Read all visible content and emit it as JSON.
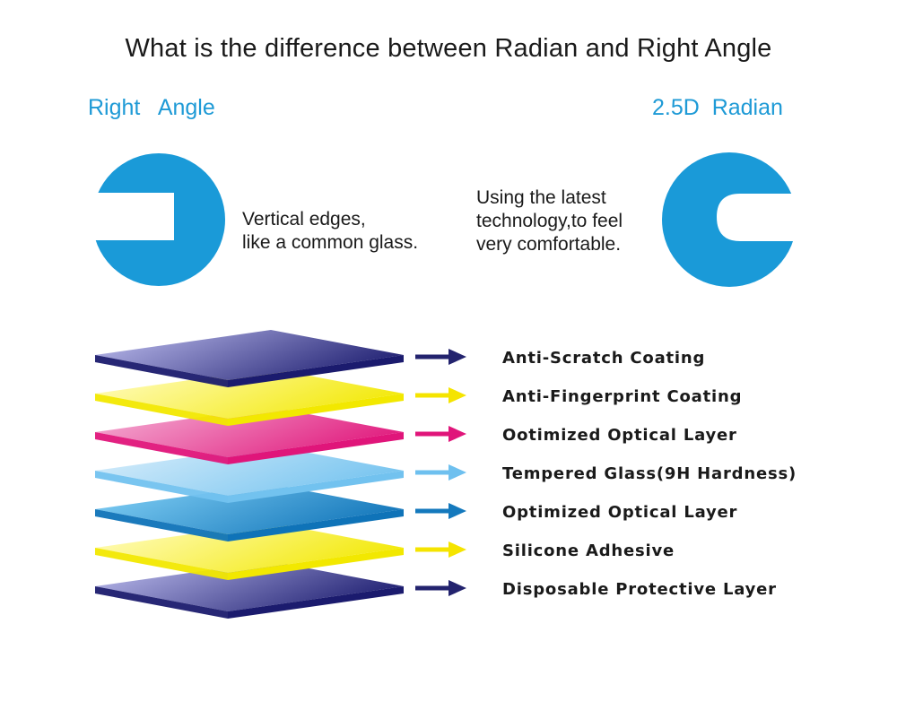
{
  "title": "What is the difference between Radian and Right Angle",
  "right_angle": {
    "heading": "Right   Angle",
    "description": [
      "Vertical edges,",
      "like a common glass."
    ]
  },
  "radian": {
    "heading": "2.5D  Radian",
    "description": [
      "Using the latest",
      "technology,to feel",
      "very comfortable."
    ]
  },
  "colors": {
    "heading_blue": "#1e9ad6",
    "circle_blue": "#1a9ad8"
  },
  "layers": [
    {
      "label": "Anti-Scratch Coating",
      "color_light": "#b3b3e6",
      "color_dark": "#1b1b6e",
      "arrow": "#23236e"
    },
    {
      "label": "Anti-Fingerprint Coating",
      "color_light": "#fffbb8",
      "color_dark": "#f2e800",
      "arrow": "#f5e400"
    },
    {
      "label": "Ootimized Optical Layer",
      "color_light": "#f3a6cf",
      "color_dark": "#e0157a",
      "arrow": "#e0157a"
    },
    {
      "label": "Tempered Glass(9H Hardness)",
      "color_light": "#d2ebfa",
      "color_dark": "#72c2ef",
      "arrow": "#6ec0ef"
    },
    {
      "label": "Optimized Optical Layer",
      "color_light": "#7ccbf2",
      "color_dark": "#0f73b8",
      "arrow": "#1479bd"
    },
    {
      "label": "Silicone Adhesive",
      "color_light": "#fffbb8",
      "color_dark": "#f2e800",
      "arrow": "#f5e400"
    },
    {
      "label": "Disposable Protective Layer",
      "color_light": "#b3b3e6",
      "color_dark": "#1b1b6e",
      "arrow": "#23236e"
    }
  ]
}
